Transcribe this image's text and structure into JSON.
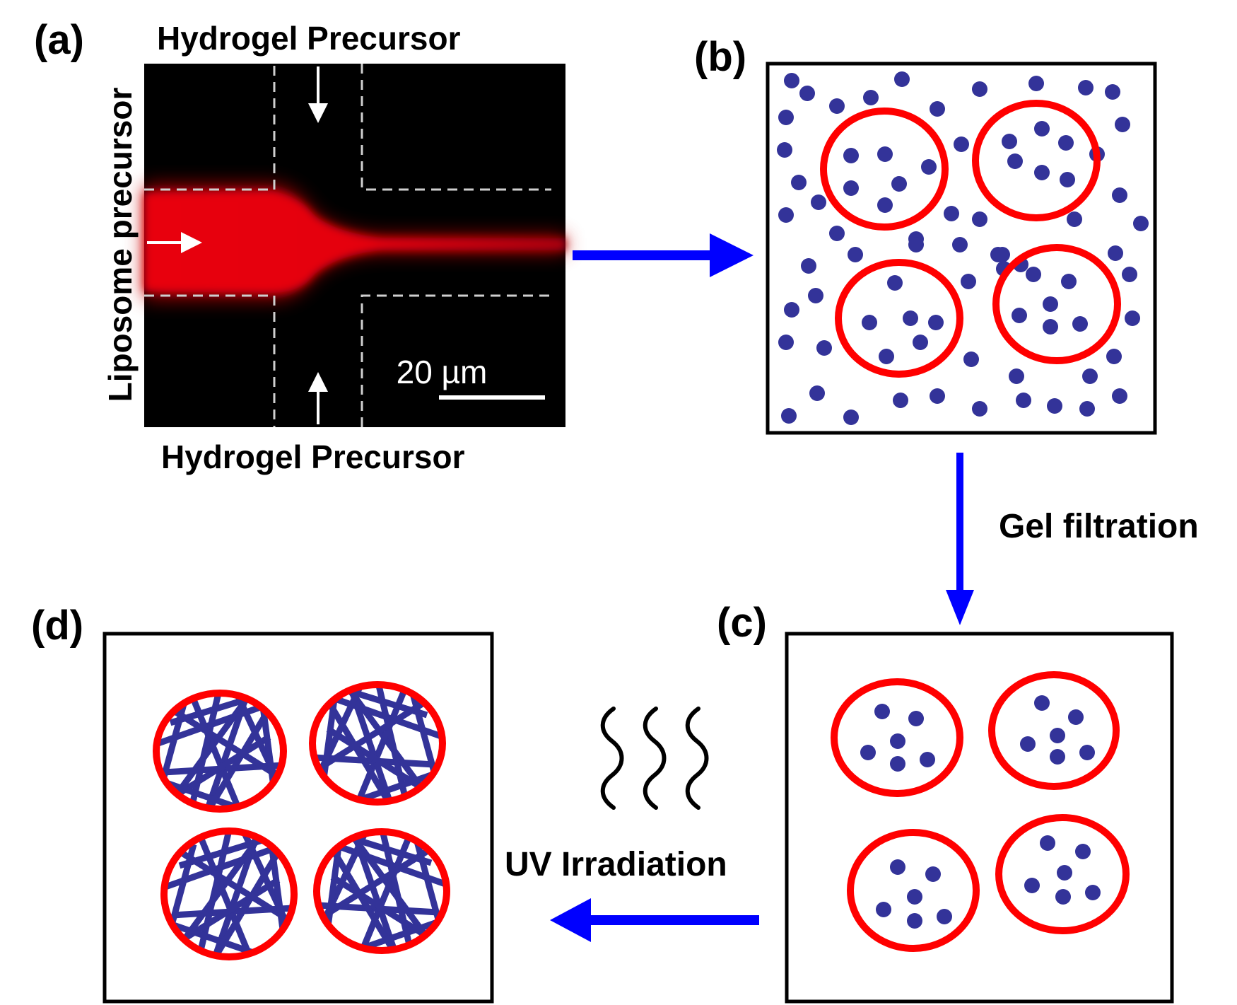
{
  "panel_a": {
    "label": "(a)",
    "top_inlet_label": "Hydrogel Precursor",
    "bottom_inlet_label": "Hydrogel Precursor",
    "left_inlet_label": "Liposome precursor",
    "scale_bar": "20 µm"
  },
  "panel_b": {
    "label": "(b)"
  },
  "panel_c": {
    "label": "(c)"
  },
  "panel_d": {
    "label": "(d)"
  },
  "steps": {
    "gel_filtration": "Gel filtration",
    "uv_irradiation": "UV Irradiation"
  },
  "colors": {
    "arrow": "#0000ff",
    "liposome_membrane": "#ff0000",
    "particle": "#333399",
    "fluorescence": "#e4000e",
    "channel_background": "#000000"
  }
}
